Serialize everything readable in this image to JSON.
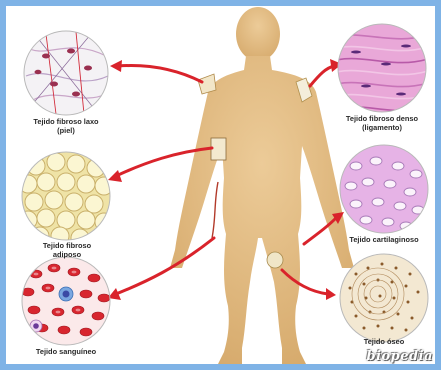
{
  "tissues": [
    {
      "id": "laxo",
      "label": "Tejido fibroso laxo (piel)"
    },
    {
      "id": "denso",
      "label": "Tejido fibroso denso (ligamento)"
    },
    {
      "id": "adiposo",
      "label": "Tejido fibroso adiposo"
    },
    {
      "id": "cartilaginoso",
      "label": "Tejido cartilaginoso"
    },
    {
      "id": "sanguineo",
      "label": "Tejido sanguíneo"
    },
    {
      "id": "oseo",
      "label": "Tejido óseo"
    }
  ],
  "brand": "biopedia",
  "colors": {
    "background": "#7fb3e6",
    "body": "#e2bb83",
    "arrow": "#d9232b"
  }
}
